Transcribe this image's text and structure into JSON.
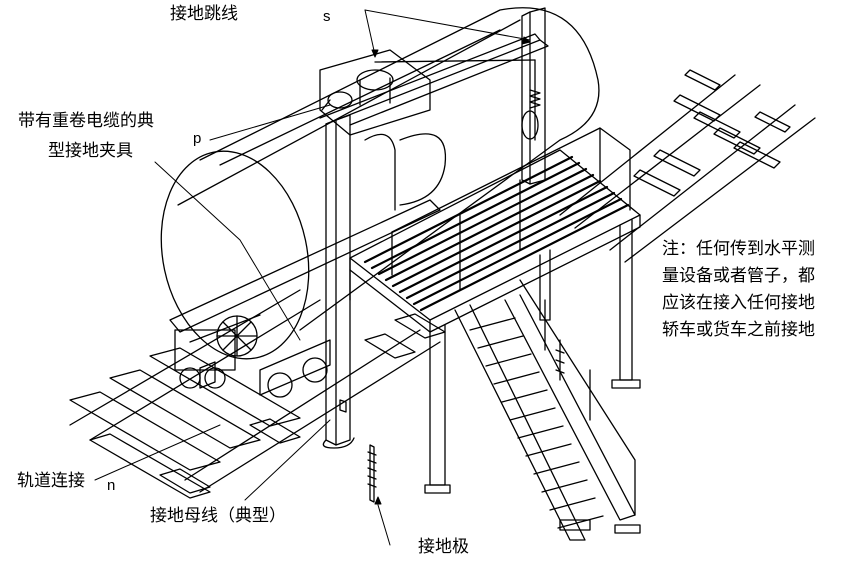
{
  "labels": {
    "jumper": "接地跳线",
    "clamp_line1": "带有重卷电缆的典",
    "clamp_line2": "型接地夹具",
    "rail_bond": "轨道连接",
    "bus_bar": "接地母线（典型）",
    "electrode": "接地极",
    "note_line1": "注：任何传到水平测",
    "note_line2": "量设备或者管子，都",
    "note_line3": "应该在接入任何接地",
    "note_line4": "轿车或货车之前接地"
  },
  "letters": {
    "s": "s",
    "p": "p",
    "n": "n"
  }
}
